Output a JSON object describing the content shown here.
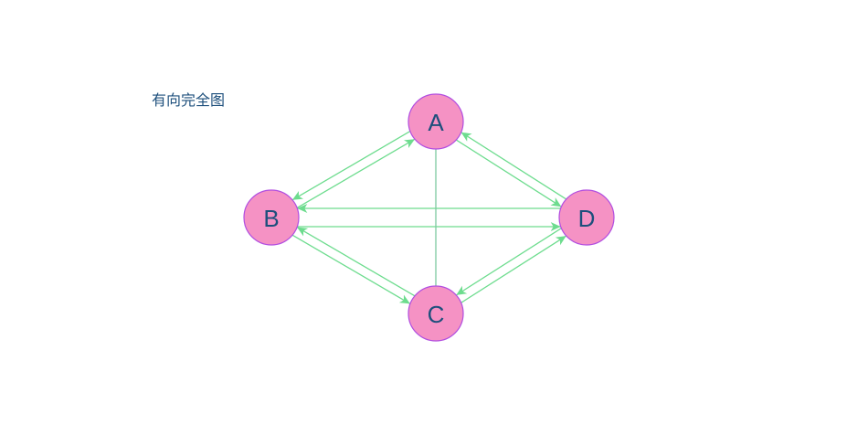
{
  "title": "有向完全图",
  "colors": {
    "node_fill": "#f592c4",
    "node_stroke": "#b14de0",
    "node_text": "#1d4f7c",
    "edge": "#6ddc8e",
    "edge_plain": "#7cc9a0",
    "title_text": "#1d4f7c"
  },
  "nodes": [
    {
      "id": "A",
      "label": "A"
    },
    {
      "id": "B",
      "label": "B"
    },
    {
      "id": "C",
      "label": "C"
    },
    {
      "id": "D",
      "label": "D"
    }
  ],
  "edges": [
    {
      "from": "A",
      "to": "B"
    },
    {
      "from": "B",
      "to": "A"
    },
    {
      "from": "A",
      "to": "D"
    },
    {
      "from": "D",
      "to": "A"
    },
    {
      "from": "B",
      "to": "C"
    },
    {
      "from": "C",
      "to": "B"
    },
    {
      "from": "C",
      "to": "D"
    },
    {
      "from": "D",
      "to": "C"
    },
    {
      "from": "B",
      "to": "D"
    },
    {
      "from": "D",
      "to": "B"
    },
    {
      "from": "A",
      "to": "C"
    }
  ]
}
